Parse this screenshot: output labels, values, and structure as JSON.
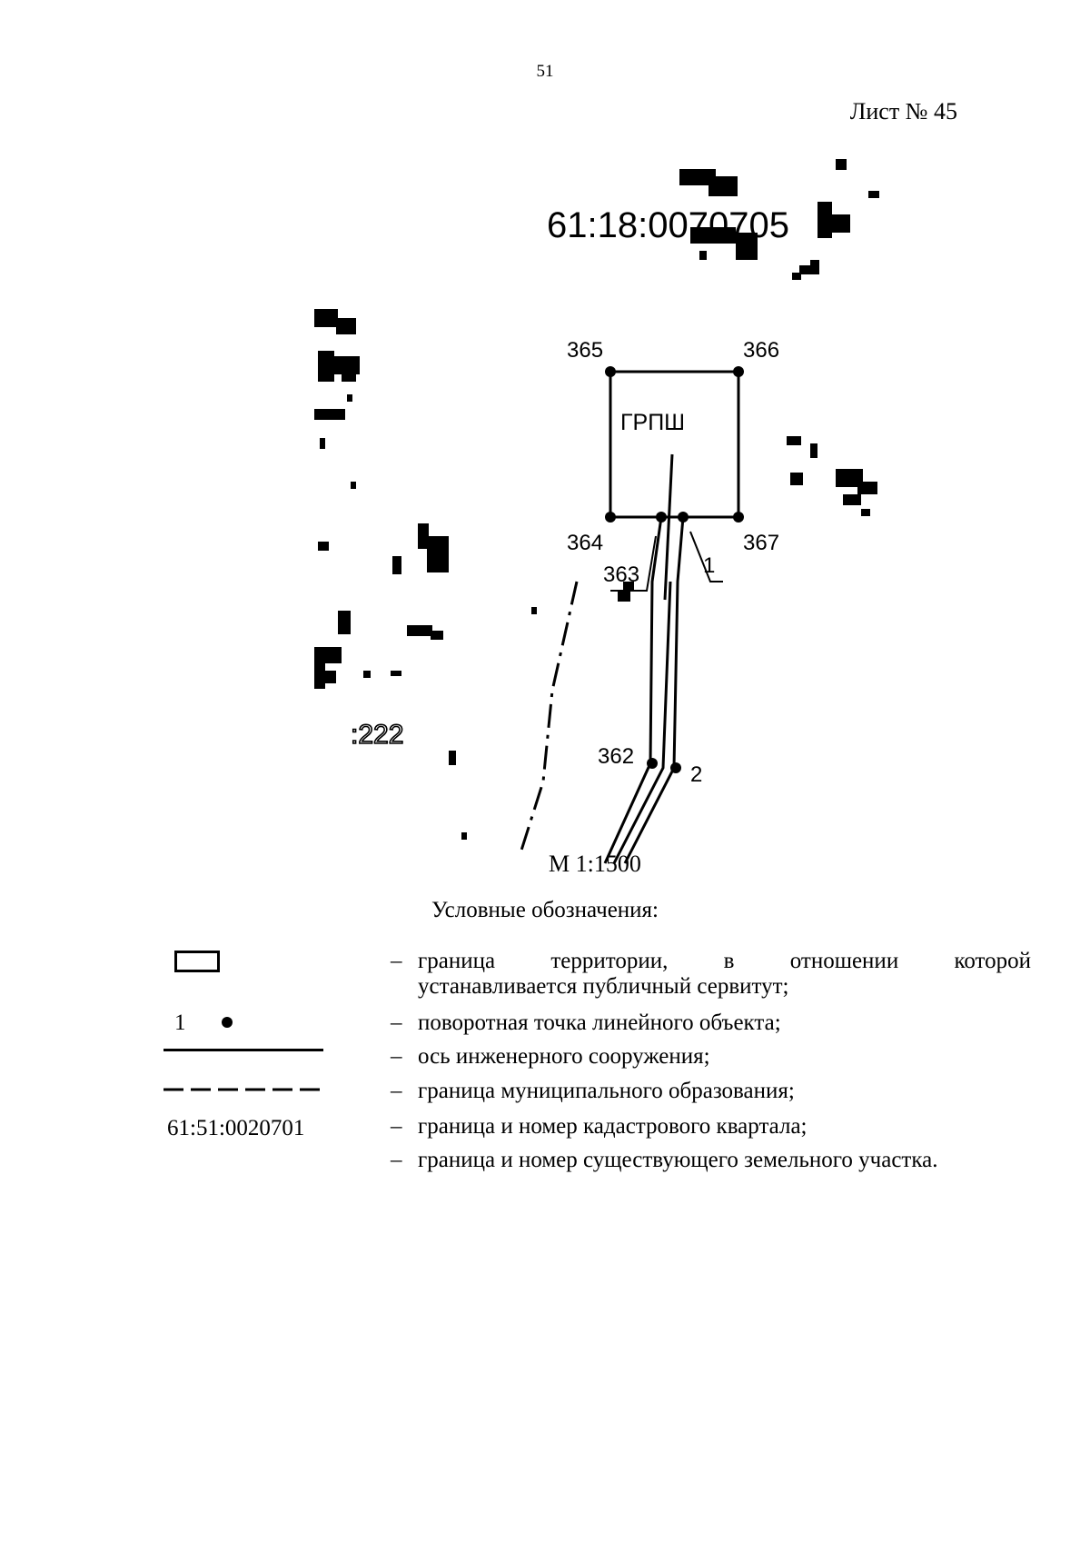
{
  "page": {
    "number": "51",
    "sheet_label": "Лист № 45"
  },
  "map": {
    "quarter_number": "61:18:0070705",
    "parcel_label": ":222",
    "object_label": "ГРПШ",
    "scale": "М 1:1500",
    "points": [
      {
        "id": "365",
        "label": "365"
      },
      {
        "id": "366",
        "label": "366"
      },
      {
        "id": "364",
        "label": "364"
      },
      {
        "id": "367",
        "label": "367"
      },
      {
        "id": "363",
        "label": "363"
      },
      {
        "id": "362",
        "label": "362"
      },
      {
        "id": "1",
        "label": "1"
      },
      {
        "id": "2",
        "label": "2"
      }
    ]
  },
  "legend": {
    "title": "Условные обозначения:",
    "items": [
      {
        "symbol": "rectangle",
        "desc_line1": "граница территории, в отношении которой",
        "desc_line2": "устанавливается публичный сервитут;"
      },
      {
        "symbol": "point",
        "symbol_label": "1",
        "desc": "поворотная точка линейного объекта;"
      },
      {
        "symbol": "solid-line",
        "desc": "ось инженерного сооружения;"
      },
      {
        "symbol": "dashed-line",
        "desc": "граница муниципального образования;"
      },
      {
        "symbol": "text",
        "symbol_label": "61:51:0020701",
        "desc": "граница и номер кадастрового квартала;"
      },
      {
        "symbol": "none",
        "desc": "граница и номер существующего земельного участка."
      }
    ],
    "dash_char": "–"
  }
}
